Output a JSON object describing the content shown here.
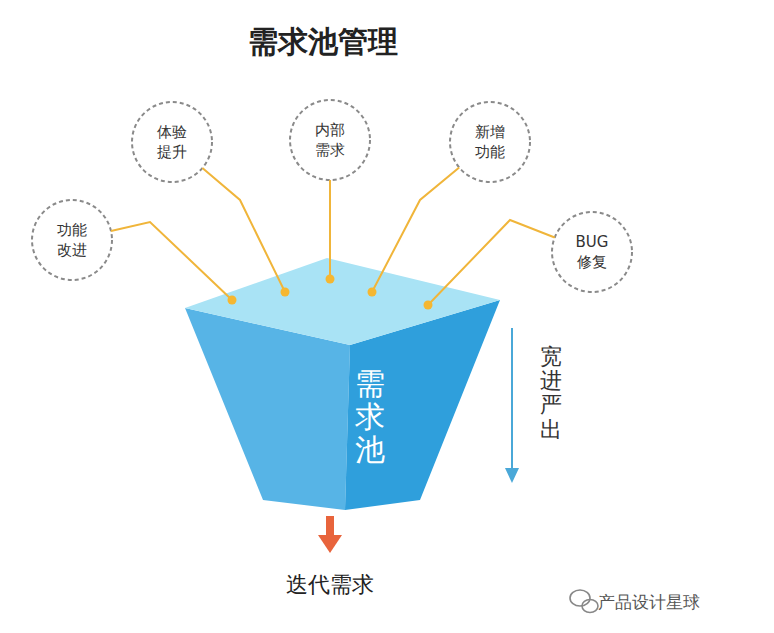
{
  "diagram": {
    "title": "需求池管理",
    "nodes": [
      {
        "text": [
          "功能 改进"
        ]
      },
      {
        "text": [
          "体验 提升"
        ]
      },
      {
        "text": [
          "内部 需求"
        ]
      },
      {
        "text": [
          "新增 功能"
        ]
      },
      {
        "text": [
          "BUG 修复"
        ]
      },
      {
        "text": [
          "需求池"
        ]
      }
    ],
    "edges": [
      {
        "from": 0,
        "to": 5,
        "arrow": "none"
      },
      {
        "from": 1,
        "to": 5,
        "arrow": "none"
      },
      {
        "from": 2,
        "to": 5,
        "arrow": "none"
      },
      {
        "from": 3,
        "to": 5,
        "arrow": "none"
      },
      {
        "from": 4,
        "to": 5,
        "arrow": "none"
      }
    ],
    "labels": [
      "宽进严出",
      "迭代需求",
      "产品设计星球"
    ]
  }
}
